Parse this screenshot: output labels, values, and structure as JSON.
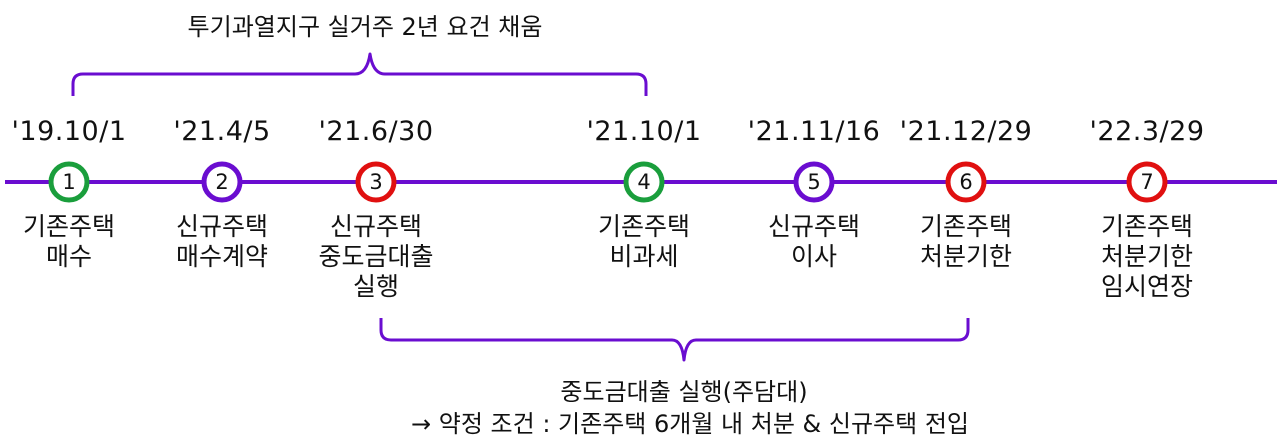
{
  "colors": {
    "line": "#6a0dd0",
    "green": "#1a9e3c",
    "purple": "#6a0dd0",
    "red": "#e01010"
  },
  "events": [
    {
      "num": "1",
      "date": "'19.10/1",
      "lines": [
        "기존주택",
        "매수"
      ],
      "color": "green"
    },
    {
      "num": "2",
      "date": "'21.4/5",
      "lines": [
        "신규주택",
        "매수계약"
      ],
      "color": "purple"
    },
    {
      "num": "3",
      "date": "'21.6/30",
      "lines": [
        "신규주택",
        "중도금대출",
        "실행"
      ],
      "color": "red"
    },
    {
      "num": "4",
      "date": "'21.10/1",
      "lines": [
        "기존주택",
        "비과세"
      ],
      "color": "green"
    },
    {
      "num": "5",
      "date": "'21.11/16",
      "lines": [
        "신규주택",
        "이사"
      ],
      "color": "purple"
    },
    {
      "num": "6",
      "date": "'21.12/29",
      "lines": [
        "기존주택",
        "처분기한"
      ],
      "color": "red"
    },
    {
      "num": "7",
      "date": "'22.3/29",
      "lines": [
        "기존주택",
        "처분기한",
        "임시연장"
      ],
      "color": "red"
    }
  ],
  "top_brace": {
    "label": "투기과열지구 실거주 2년 요건 채움"
  },
  "bottom_brace": {
    "line1": "중도금대출 실행(주담대)",
    "line2": "→  약정 조건 : 기존주택 6개월 내 처분 & 신규주택 전입"
  }
}
